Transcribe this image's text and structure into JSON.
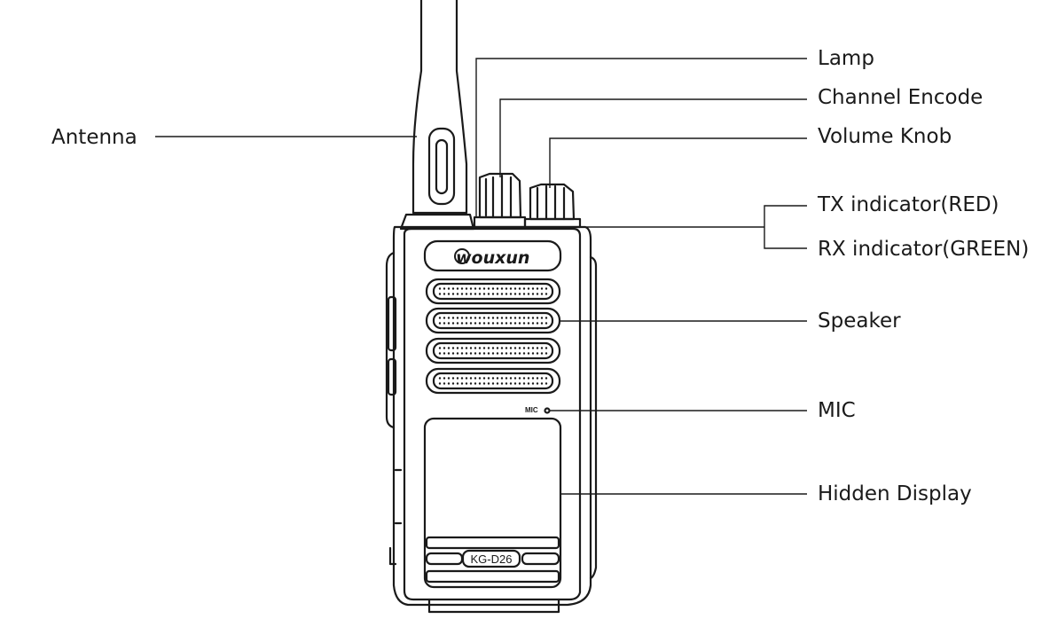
{
  "diagram": {
    "labels": {
      "antenna": "Antenna",
      "lamp": "Lamp",
      "channel_encode": "Channel Encode",
      "volume_knob": "Volume Knob",
      "tx_indicator": "TX indicator(RED)",
      "rx_indicator": "RX indicator(GREEN)",
      "speaker": "Speaker",
      "mic": "MIC",
      "hidden_display": "Hidden Display"
    },
    "radio": {
      "brand": "wouxun",
      "model": "KG-D26",
      "mic_mark": "MIC"
    }
  }
}
